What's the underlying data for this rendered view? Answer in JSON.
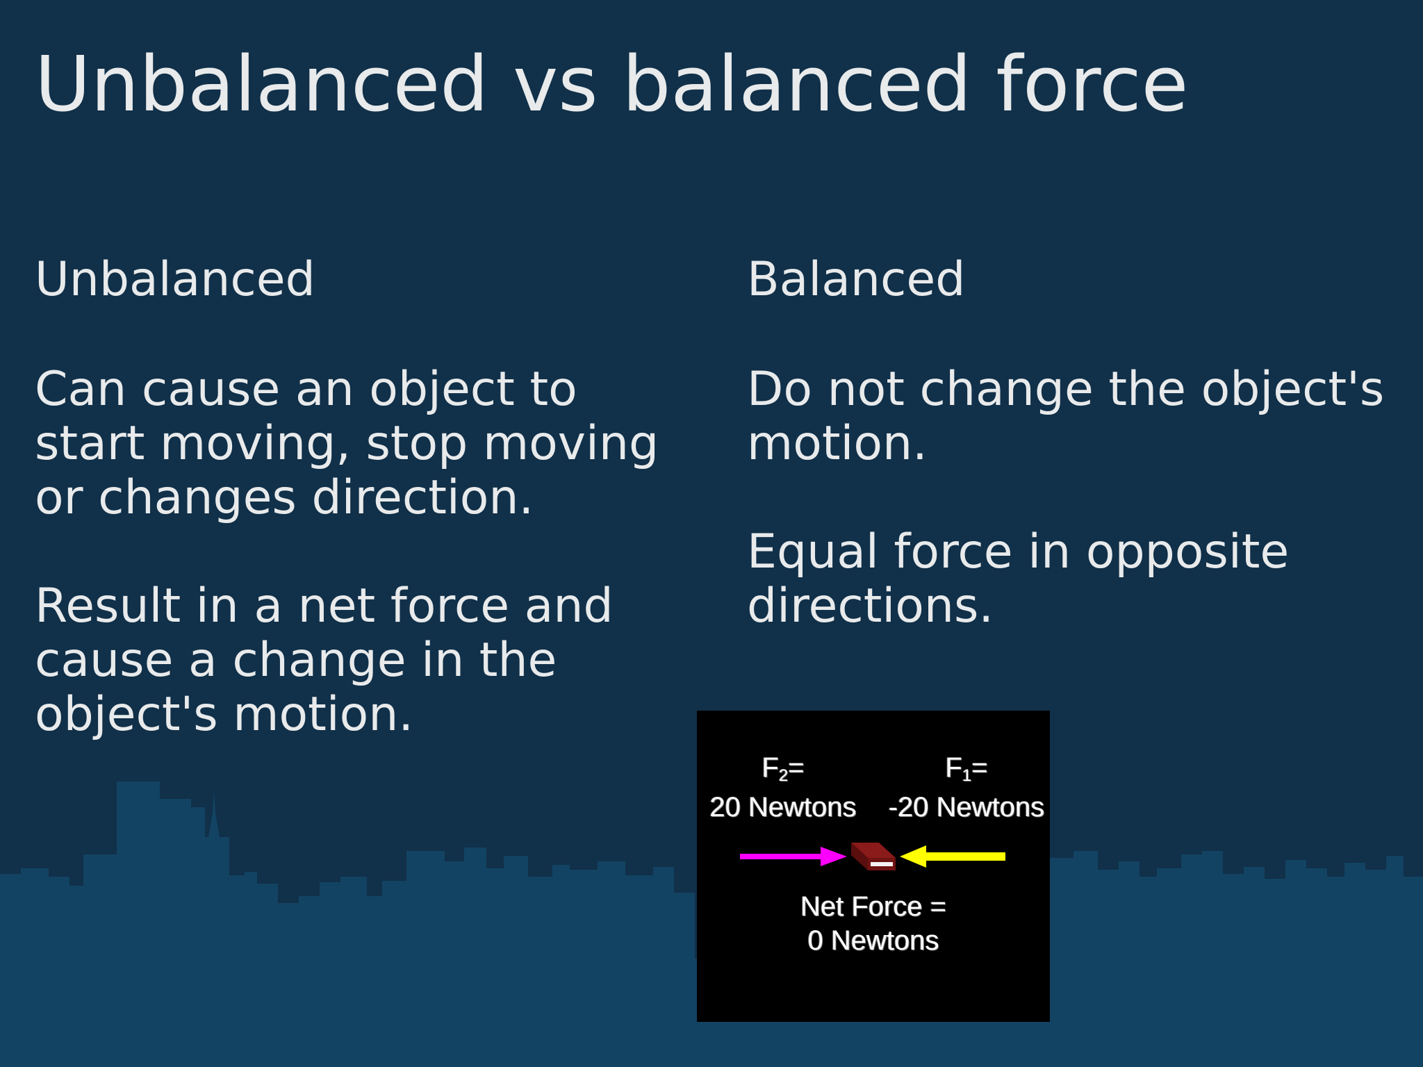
{
  "slide": {
    "title": "Unbalanced vs balanced force"
  },
  "left_column": {
    "heading": "Unbalanced",
    "paragraphs": [
      "Can cause an object to start moving, stop moving or changes direction.",
      "Result in a net force and cause a change in the object's motion."
    ]
  },
  "right_column": {
    "heading": "Balanced",
    "paragraphs": [
      "Do not change the object's motion.",
      "Equal force in opposite directions."
    ]
  },
  "diagram": {
    "f2_symbol": "F",
    "f2_subscript": "2",
    "f2_equals": "=",
    "f2_value": "20 Newtons",
    "f1_symbol": "F",
    "f1_subscript": "1",
    "f1_equals": "=",
    "f1_value": "-20 Newtons",
    "net_force_line1": "Net Force =",
    "net_force_line2": "0 Newtons",
    "colors": {
      "left_arrow": "#ff00ff",
      "right_arrow": "#ffff00",
      "book": "#8b1a1a"
    }
  },
  "theme": {
    "background": "#113049",
    "skyline": "#124363",
    "text": "#e8eaeb"
  }
}
